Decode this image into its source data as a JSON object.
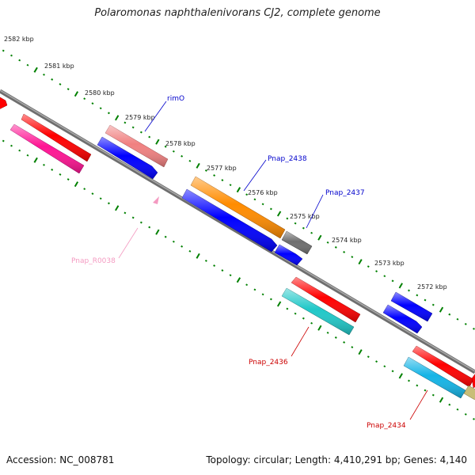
{
  "title": "Polaromonas naphthalenivorans CJ2, complete genome",
  "footer": {
    "accession": "Accession: NC_008781",
    "info": "Topology: circular; Length: 4,410,291 bp; Genes: 4,140"
  },
  "ticks": [
    {
      "label": "2582 kbp"
    },
    {
      "label": "2581 kbp"
    },
    {
      "label": "2580 kbp"
    },
    {
      "label": "2579 kbp"
    },
    {
      "label": "2578 kbp"
    },
    {
      "label": "2577 kbp"
    },
    {
      "label": "2576 kbp"
    },
    {
      "label": "2575 kbp"
    },
    {
      "label": "2574 kbp"
    },
    {
      "label": "2573 kbp"
    },
    {
      "label": "2572 kbp"
    }
  ],
  "gene_labels": [
    {
      "name": "rimO",
      "color": "#0000cc"
    },
    {
      "name": "Pnap_2438",
      "color": "#0000cc"
    },
    {
      "name": "Pnap_2437",
      "color": "#0000cc"
    },
    {
      "name": "Pnap_R0038",
      "color": "#f49ac1"
    },
    {
      "name": "Pnap_2436",
      "color": "#cc0000"
    },
    {
      "name": "Pnap_2434",
      "color": "#cc0000"
    }
  ],
  "colors": {
    "red": "#ff0000",
    "pink": "#ff1493",
    "salmon": "#f08080",
    "blue": "#0000ff",
    "orange": "#ff8c00",
    "gray": "#6e6e6e",
    "cyan": "#20c8c8",
    "skyblue": "#14b4e6",
    "khaki": "#c8be78",
    "tick": "#008000",
    "backbone": "#888888"
  }
}
